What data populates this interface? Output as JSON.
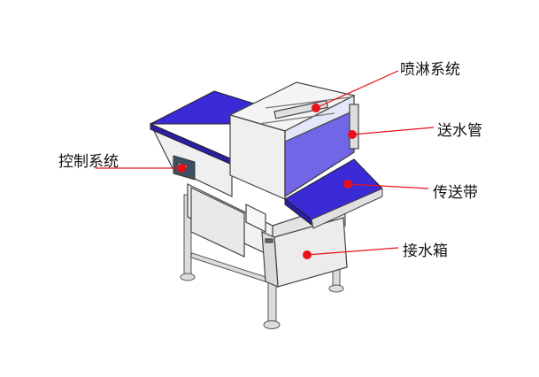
{
  "labels": {
    "spray": "喷淋系统",
    "pipe": "送水管",
    "control": "控制系统",
    "belt": "传送带",
    "tank": "接水箱"
  },
  "colors": {
    "belt": "#3b2bd6",
    "marker": "#e8101a",
    "leader": "#e8101a",
    "steel": "#e6e6e6",
    "outline": "#444444"
  }
}
